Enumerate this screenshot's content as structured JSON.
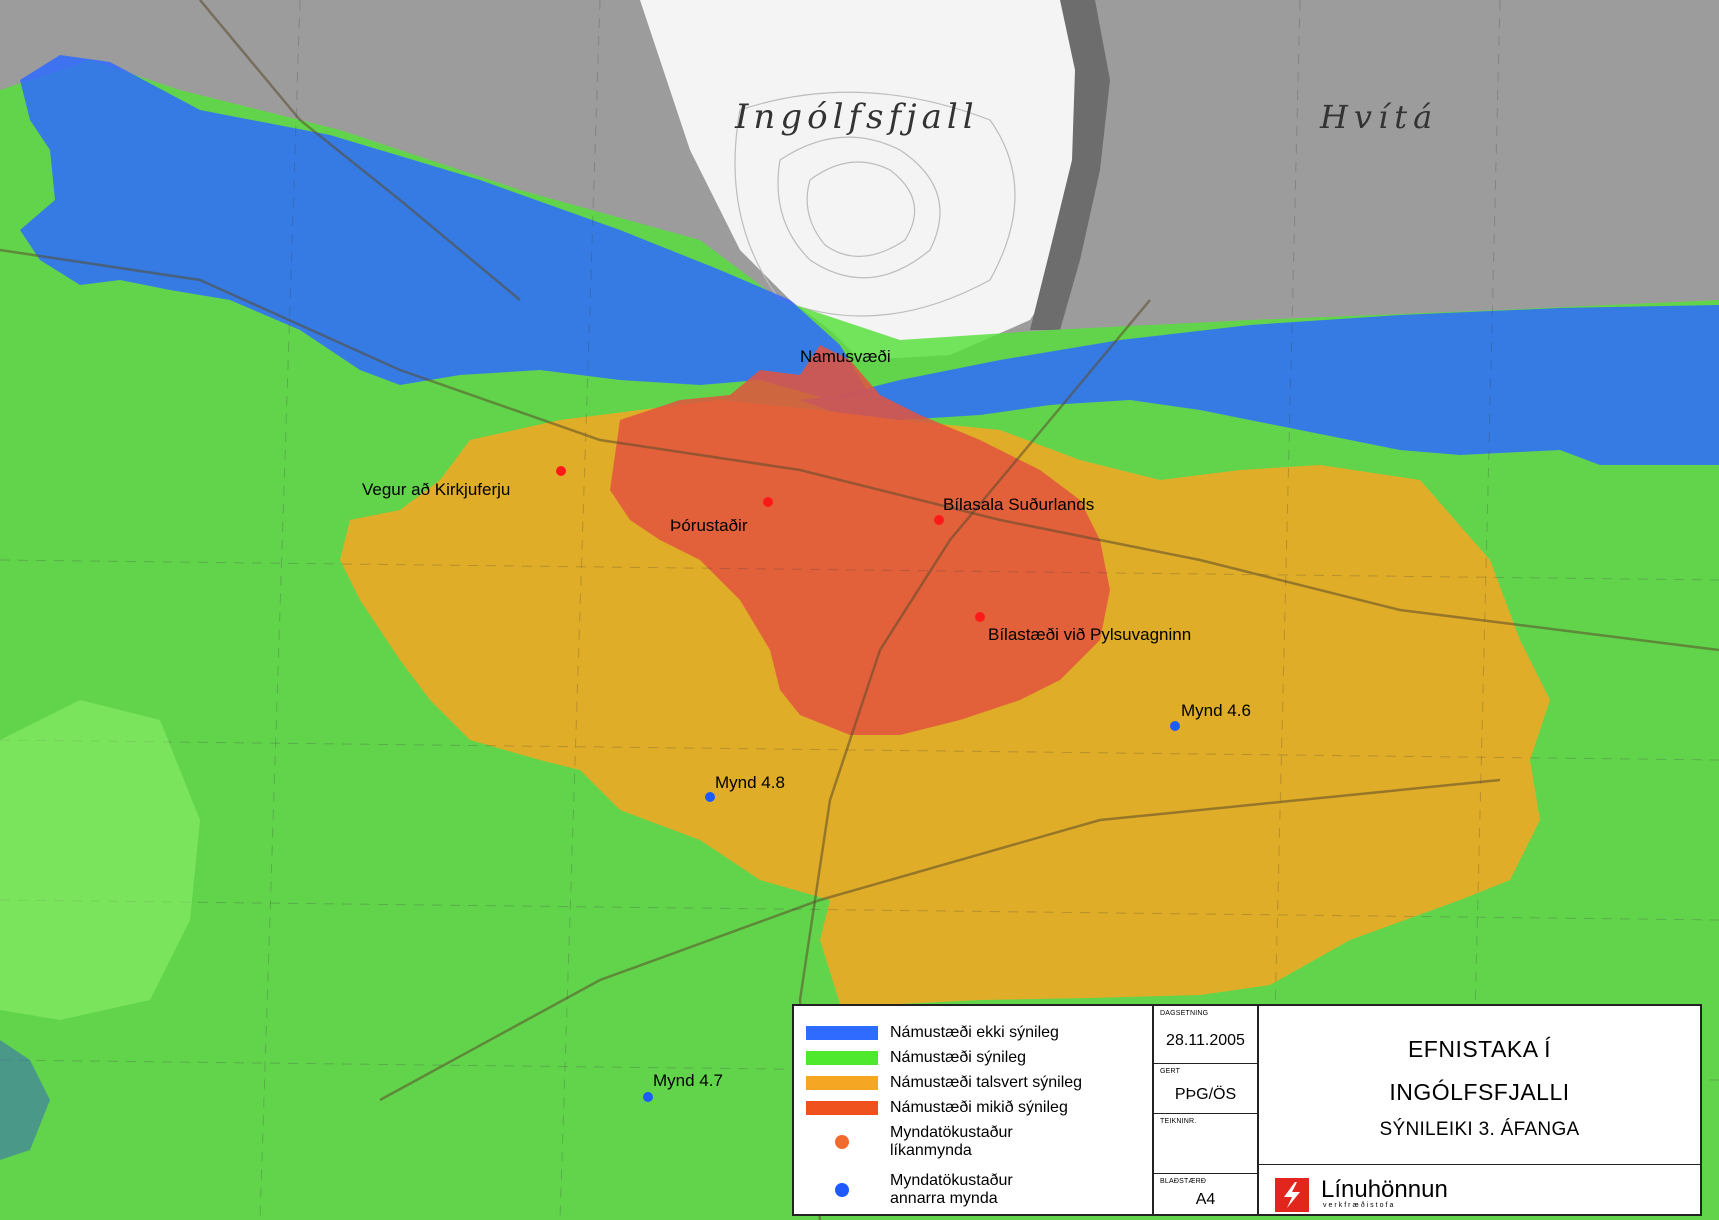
{
  "map": {
    "mountain_name": "Ingólfsfjall",
    "river_name": "Hvítá",
    "place_labels": [
      "Namusvæði",
      "Vegur að Kirkjuferju",
      "Þórustaðir",
      "Bílasala Suðurlands",
      "Bílastæði við Pylsuvagninn",
      "Mynd 4.6",
      "Mynd 4.8",
      "Mynd 4.7"
    ]
  },
  "legend": {
    "items": [
      {
        "label": "Námustæði ekki sýnileg",
        "color": "#2f6bff",
        "kind": "band"
      },
      {
        "label": "Námustæði sýnileg",
        "color": "#4ee82c",
        "kind": "band"
      },
      {
        "label": "Námustæði talsvert sýnileg",
        "color": "#f5a623",
        "kind": "band"
      },
      {
        "label": "Námustæði mikið sýnileg",
        "color": "#f0521e",
        "kind": "band"
      },
      {
        "label": "Myndatökustaður líkanmynda",
        "line1": "Myndatökustaður",
        "line2": "líkanmynda",
        "color": "#f26a2e",
        "kind": "dot"
      },
      {
        "label": "Myndatökustaður annarra mynda",
        "line1": "Myndatökustaður",
        "line2": "annarra mynda",
        "color": "#1e5bff",
        "kind": "dot"
      }
    ],
    "meta": {
      "date_caption": "DAGSETNING",
      "date": "28.11.2005",
      "made_caption": "GERT",
      "made": "PÞG/ÖS",
      "drawing_caption": "TEIKNINR.",
      "drawing": "",
      "sheet_caption": "BLAÐSTÆRÐ",
      "sheet": "A4"
    },
    "title": {
      "line1": "EFNISTAKA Í",
      "line2": "INGÓLFSFJALLI",
      "line3": "SÝNILEIKI 3. ÁFANGA"
    },
    "company": {
      "name": "Línuhönnun",
      "sub": "verkfræðistofa"
    }
  }
}
